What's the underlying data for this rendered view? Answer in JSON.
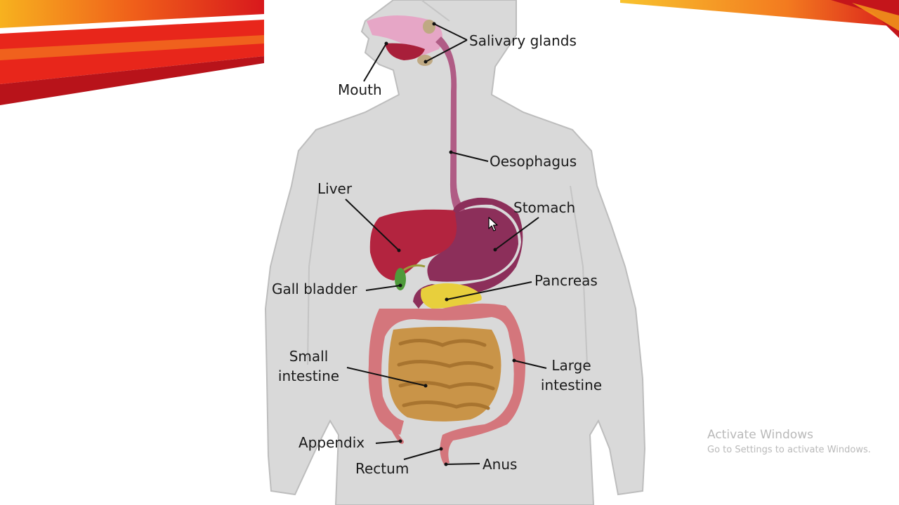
{
  "diagram": {
    "labels": {
      "salivary_glands": "Salivary glands",
      "mouth": "Mouth",
      "oesophagus": "Oesophagus",
      "liver": "Liver",
      "stomach": "Stomach",
      "gall_bladder": "Gall bladder",
      "pancreas": "Pancreas",
      "small_intestine_1": "Small",
      "small_intestine_2": "intestine",
      "large_intestine_1": "Large",
      "large_intestine_2": "intestine",
      "appendix": "Appendix",
      "rectum": "Rectum",
      "anus": "Anus"
    }
  },
  "watermark": {
    "title": "Activate Windows",
    "subtitle": "Go to Settings to activate Windows."
  },
  "colors": {
    "body": "#d9d9d9",
    "body_outline": "#bdbdbd",
    "liver": "#b3243f",
    "stomach": "#8c2f5a",
    "oesophagus": "#a8527c",
    "pancreas": "#e8cf3c",
    "gall_bladder": "#4f9a3a",
    "small_intestine": "#c99448",
    "large_intestine": "#d4767c",
    "stripe_red": "#e8261b",
    "stripe_orange": "#f6a21c"
  }
}
